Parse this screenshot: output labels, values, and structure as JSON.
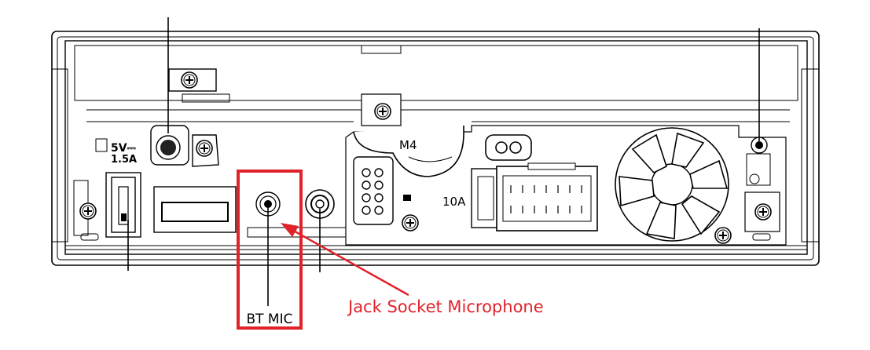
{
  "labels": {
    "power_usb": "5V⎓",
    "power_usb_current": "1.5A",
    "screw_size": "M4",
    "fuse_rating": "10A",
    "bt_mic": "BT MIC",
    "callout": "Jack Socket Microphone"
  },
  "colors": {
    "line_art": "#000000",
    "highlight": "#e0232a",
    "background": "#ffffff"
  },
  "icons": {
    "screw": "phillips-screw-icon",
    "fan": "cooling-fan-icon",
    "jack": "audio-jack-icon"
  }
}
